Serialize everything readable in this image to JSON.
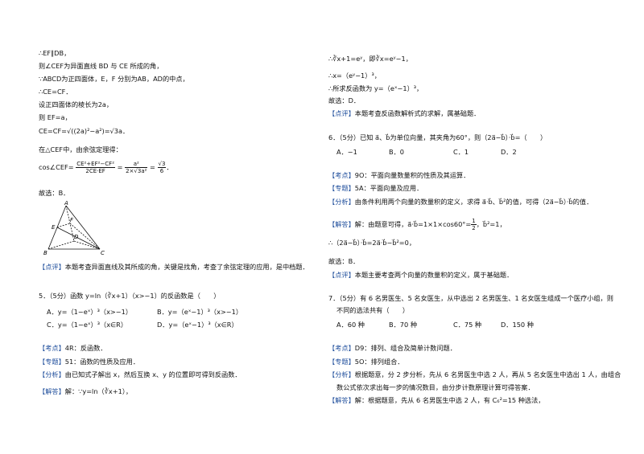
{
  "left": {
    "l1": "∴EF∥DB，",
    "l2": "则∠CEF为异面直线 BD 与 CE 所成的角，",
    "l3": "∵ABCD为正四面体，E，F 分别为AB，AD的中点，",
    "l4": "∴CE=CF．",
    "l5": "设正四面体的棱长为2a，",
    "l6": "则 EF=a，",
    "l7": "CE=CF=√((2a)²−a²)=√3a．",
    "l8": "在△CEF中，由余弦定理得：",
    "cos_prefix": "cos∠CEF=",
    "cos_n1": "CE²+EF²−CF²",
    "cos_d1": "2CE·EF",
    "cos_n2": "a²",
    "cos_d2": "2×√3a²",
    "cos_n3": "√3",
    "cos_d3": "6",
    "l9": "故选：B．",
    "fig_labels": [
      "A",
      "E",
      "D",
      "B",
      "F",
      "C"
    ],
    "note_label": "【点评】",
    "note_text": "本题考查异面直线及其所成的角，关键是找角，考查了余弦定理的应用，是中档题．",
    "q5_stem": "5．（5分）函数 y=ln（∛x+1）（x>−1）的反函数是（　　）",
    "q5_a": "A．y=（1−eˣ）³（x>−1）",
    "q5_b": "B．y=（eˣ−1）³（x>−1）",
    "q5_c": "C．y=（1−eˣ）³（x∈R）",
    "q5_d": "D．y=（eˣ−1）³（x∈R）",
    "kd_label": "【考点】",
    "q5_kd": "4R：反函数．",
    "zt_label": "【专题】",
    "q5_zt": "51：函数的性质及应用．",
    "fx_label": "【分析】",
    "q5_fx": "由已知式子解出 x，然后互换 x、y 的位置即可得到反函数．",
    "jd_label": "【解答】",
    "q5_jd": "解：∵y=ln（∛x+1），"
  },
  "right": {
    "r1": "∴∛x+1=eʸ，即∛x=eʸ−1，",
    "r2": "∴x=（eʸ−1）³，",
    "r3": "∴所求反函数为 y=（eˣ−1）³，",
    "r4": "故选：D．",
    "r5_text": "本题考查反函数解析式的求解，属基础题．",
    "q6_stem": "6．（5分）已知 a⃗、b⃗为单位向量，其夹角为60°，则（2a⃗−b⃗）·b⃗=（　　）",
    "q6_a": "A．−1",
    "q6_b": "B．0",
    "q6_c": "C．1",
    "q6_d": "D．2",
    "q6_kd": "9O：平面向量数量积的性质及其运算．",
    "q6_zt": "5A：平面向量及应用．",
    "q6_fx": "由条件利用两个向量的数量积的定义，求得 a⃗·b⃗、b⃗²的值，可得（2a⃗−b⃗）·b⃗的值．",
    "q6_jd_a": "解：由题意可得，a⃗·b⃗=1×1×cos60°=",
    "q6_jd_n": "1",
    "q6_jd_d": "2",
    "q6_jd_b": "，b⃗²=1，",
    "q6_r2": "∴（2a⃗−b⃗）·b⃗=2a⃗·b⃗−b⃗²=0，",
    "q6_r3": "故选：B．",
    "q6_note": "本题主要考查两个向量的数量积的定义，属于基础题．",
    "q7_l1": "7．（5分）有 6 名男医生、5 名女医生，从中选出 2 名男医生、1 名女医生组成一个医疗小组，则",
    "q7_l2": "不同的选法共有（　　）",
    "q7_a": "A．60 种",
    "q7_b": "B．70 种",
    "q7_c": "C．75 种",
    "q7_d": "D．150 种",
    "q7_kd": "D9：排列、组合及简单计数问题．",
    "q7_zt": "5O：排列组合．",
    "q7_fx1": "根据题意，分 2 步分析，先从 6 名男医生中选 2 人，再从 5 名女医生中选出 1 人，由组合",
    "q7_fx2": "数公式依次求出每一步的情况数目，由分步计数原理计算可得答案．",
    "q7_jd": "解：根据题意，先从 6 名男医生中选 2 人，有 C₆²=15 种选法，"
  }
}
